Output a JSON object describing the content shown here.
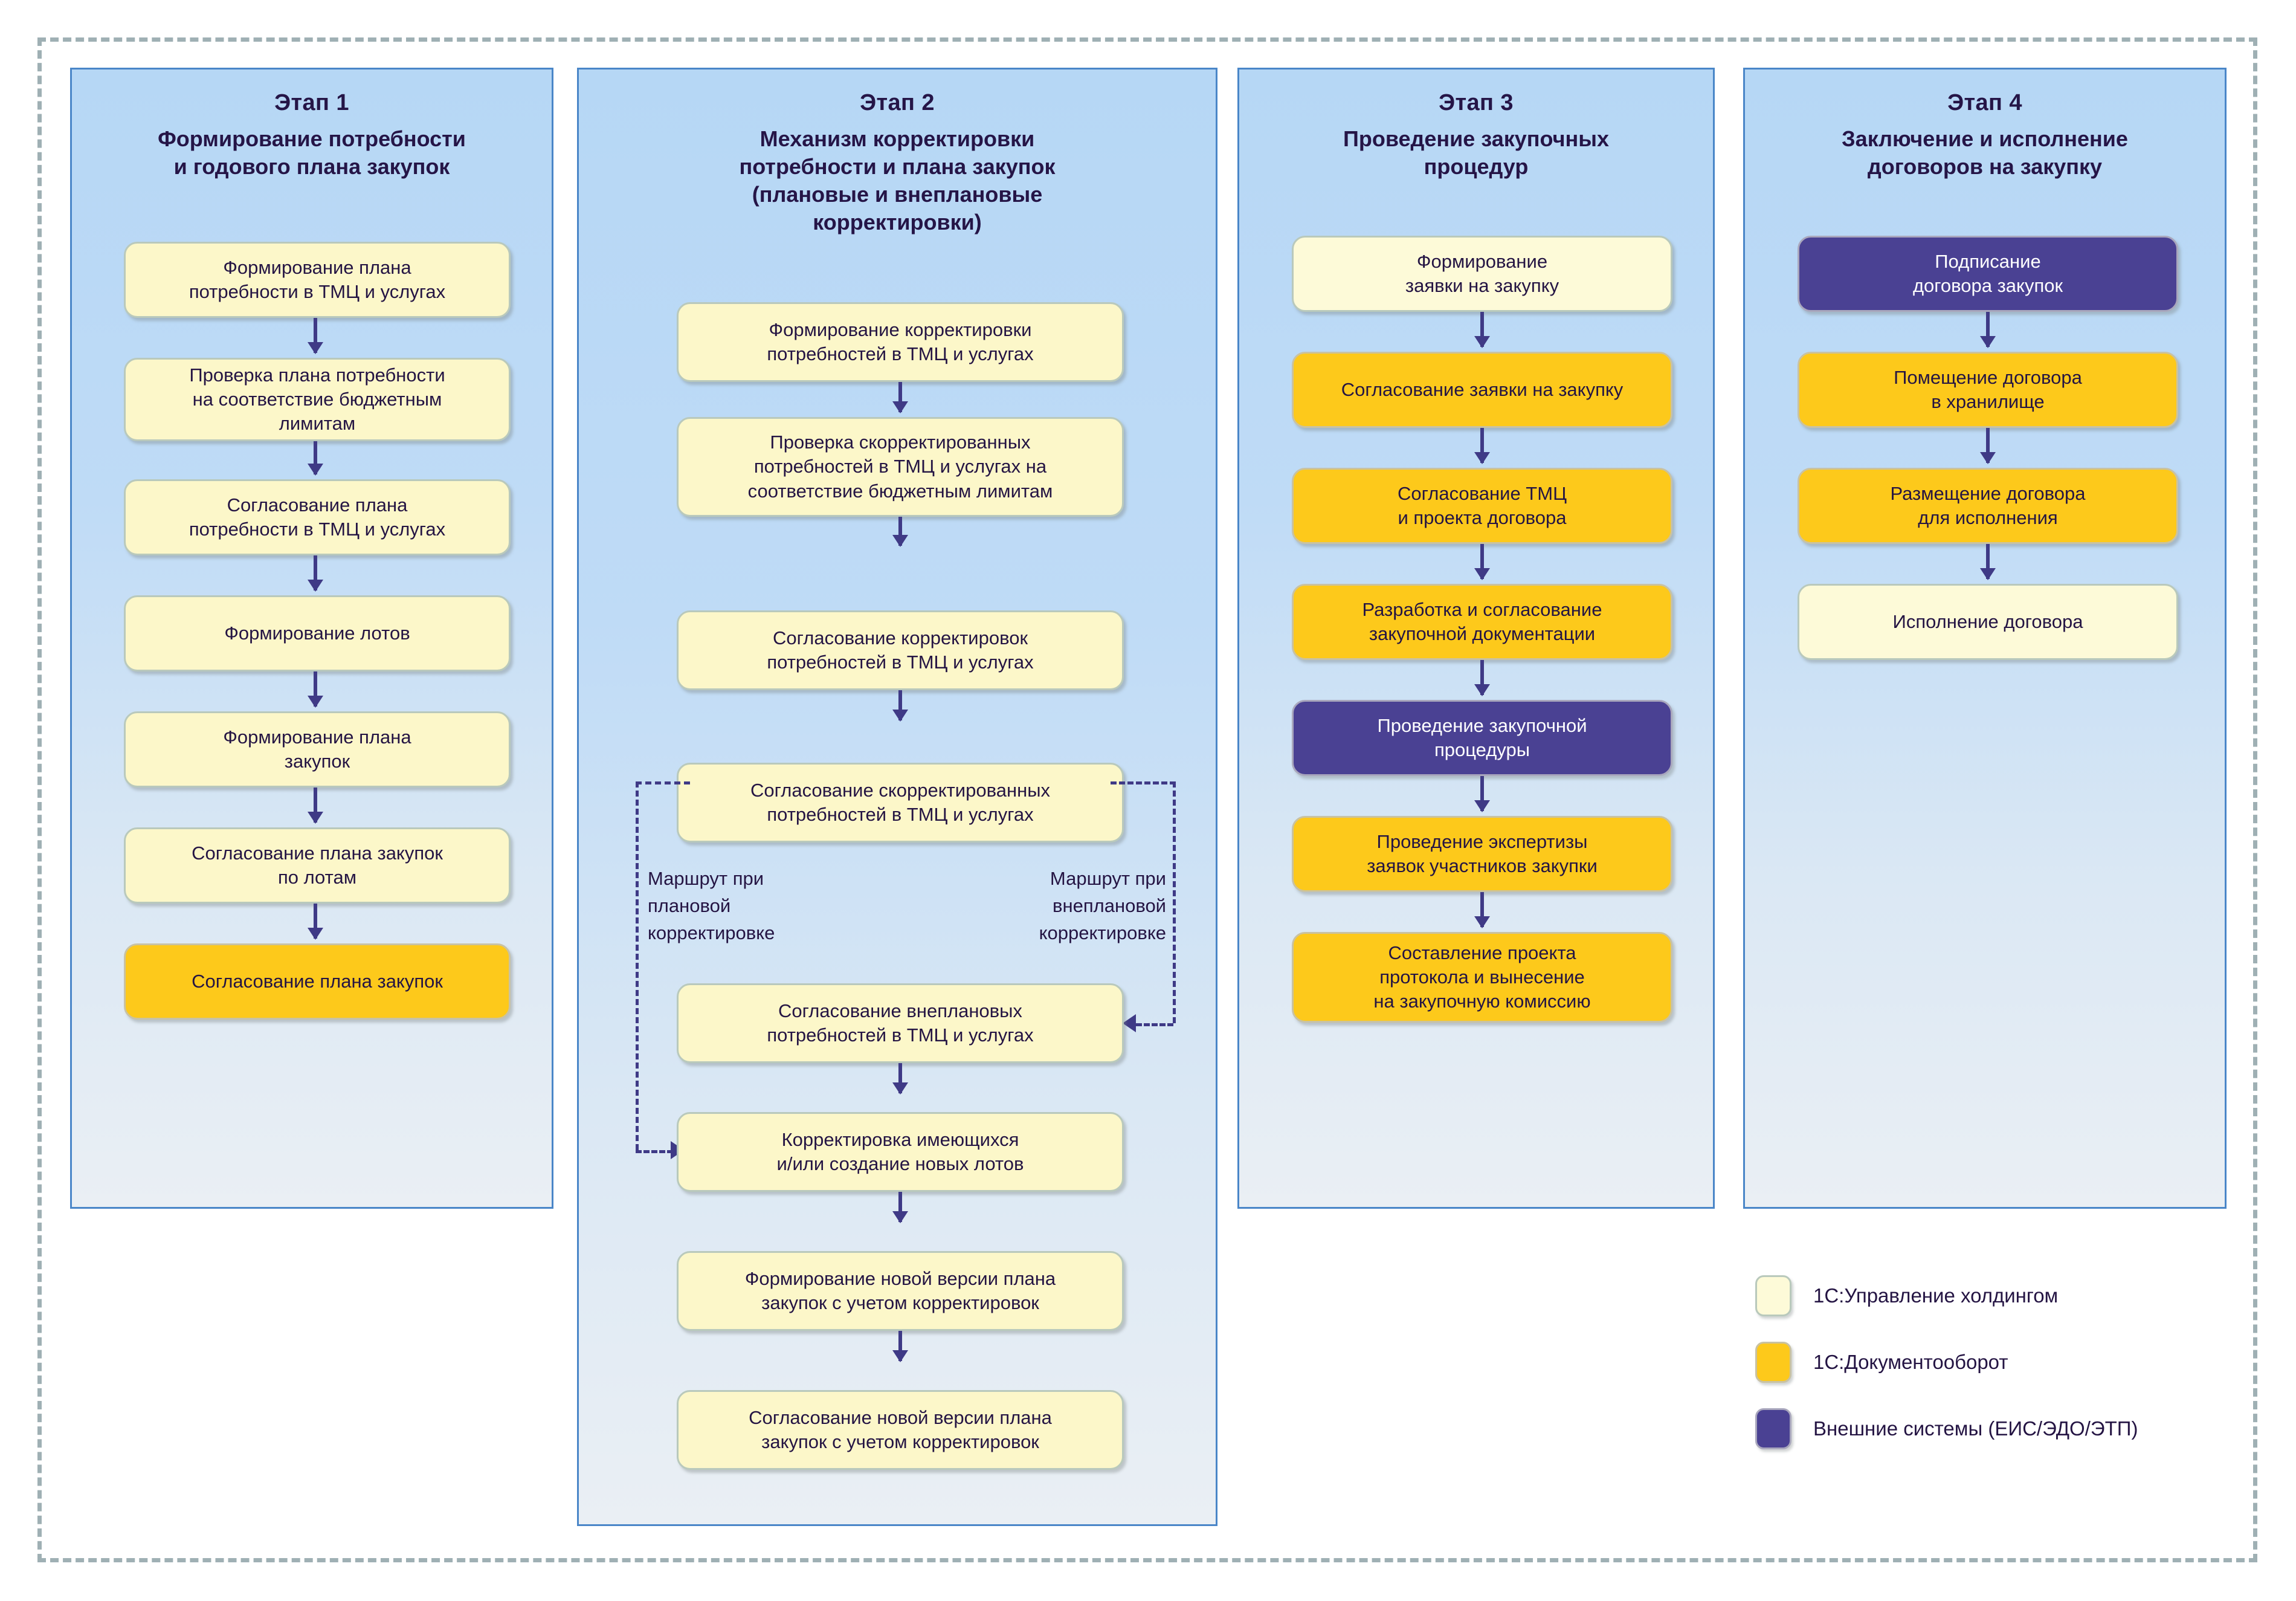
{
  "legend_colors": {
    "uh": "#fdfad8",
    "do": "#fdc91b",
    "ext": "#4a4193",
    "panel_border": "#4a86c8",
    "arrow": "#3f3a86",
    "text": "#241443",
    "outer_frame": "#9fb0b4"
  },
  "stages": [
    {
      "number": "Этап 1",
      "title": "Формирование потребности\nи годового плана закупок",
      "steps": [
        {
          "label": "Формирование плана\nпотребности в ТМЦ и услугах",
          "system": "uh"
        },
        {
          "label": "Проверка плана потребности\nна соответствие бюджетным\nлимитам",
          "system": "uh"
        },
        {
          "label": "Согласование плана\nпотребности в ТМЦ и услугах",
          "system": "uh"
        },
        {
          "label": "Формирование лотов",
          "system": "uh"
        },
        {
          "label": "Формирование плана\nзакупок",
          "system": "uh"
        },
        {
          "label": "Согласование плана закупок\nпо лотам",
          "system": "uh"
        },
        {
          "label": "Согласование плана закупок",
          "system": "do"
        }
      ]
    },
    {
      "number": "Этап 2",
      "title": "Механизм корректировки\nпотребности и плана закупок\n(плановые и внеплановые\nкорректировки)",
      "steps": [
        {
          "label": "Формирование корректировки\nпотребностей в ТМЦ и услугах",
          "system": "uh"
        },
        {
          "label": "Проверка скорректированных\nпотребностей в ТМЦ и услугах на\nсоответствие бюджетным лимитам",
          "system": "uh"
        },
        {
          "label": "Согласование корректировок\nпотребностей в ТМЦ и услугах",
          "system": "uh"
        },
        {
          "label": "Согласование скорректированных\nпотребностей в ТМЦ и услугах",
          "system": "uh"
        },
        {
          "label": "Согласование внеплановых\nпотребностей в ТМЦ и услугах",
          "system": "uh"
        },
        {
          "label": "Корректировка имеющихся\nи/или создание новых лотов",
          "system": "uh"
        },
        {
          "label": "Формирование новой версии плана\nзакупок с учетом корректировок",
          "system": "uh"
        },
        {
          "label": "Согласование новой версии плана\nзакупок с учетом корректировок",
          "system": "uh"
        }
      ],
      "route_left": "Маршрут при\nплановой\nкорректировке",
      "route_right": "Маршрут при\nвнеплановой\nкорректировке"
    },
    {
      "number": "Этап 3",
      "title": "Проведение закупочных\nпроцедур",
      "steps": [
        {
          "label": "Формирование\nзаявки на закупку",
          "system": "uh"
        },
        {
          "label": "Согласование заявки на закупку",
          "system": "do"
        },
        {
          "label": "Согласование ТМЦ\nи проекта договора",
          "system": "do"
        },
        {
          "label": "Разработка и согласование\nзакупочной документации",
          "system": "do"
        },
        {
          "label": "Проведение закупочной\nпроцедуры",
          "system": "ext"
        },
        {
          "label": "Проведение экспертизы\nзаявок участников закупки",
          "system": "do"
        },
        {
          "label": "Составление проекта\nпротокола и вынесение\nна закупочную комиссию",
          "system": "do"
        }
      ]
    },
    {
      "number": "Этап 4",
      "title": "Заключение и исполнение\nдоговоров на закупку",
      "steps": [
        {
          "label": "Подписание\nдоговора закупок",
          "system": "ext"
        },
        {
          "label": "Помещение договора\nв хранилище",
          "system": "do"
        },
        {
          "label": "Размещение договора\nдля исполнения",
          "system": "do"
        },
        {
          "label": "Исполнение договора",
          "system": "uh"
        }
      ]
    }
  ],
  "legend": {
    "items": [
      {
        "label": "1С:Управление холдингом",
        "system": "uh"
      },
      {
        "label": "1С:Документооборот",
        "system": "do"
      },
      {
        "label": "Внешние системы (ЕИС/ЭДО/ЭТП)",
        "system": "ext"
      }
    ]
  }
}
